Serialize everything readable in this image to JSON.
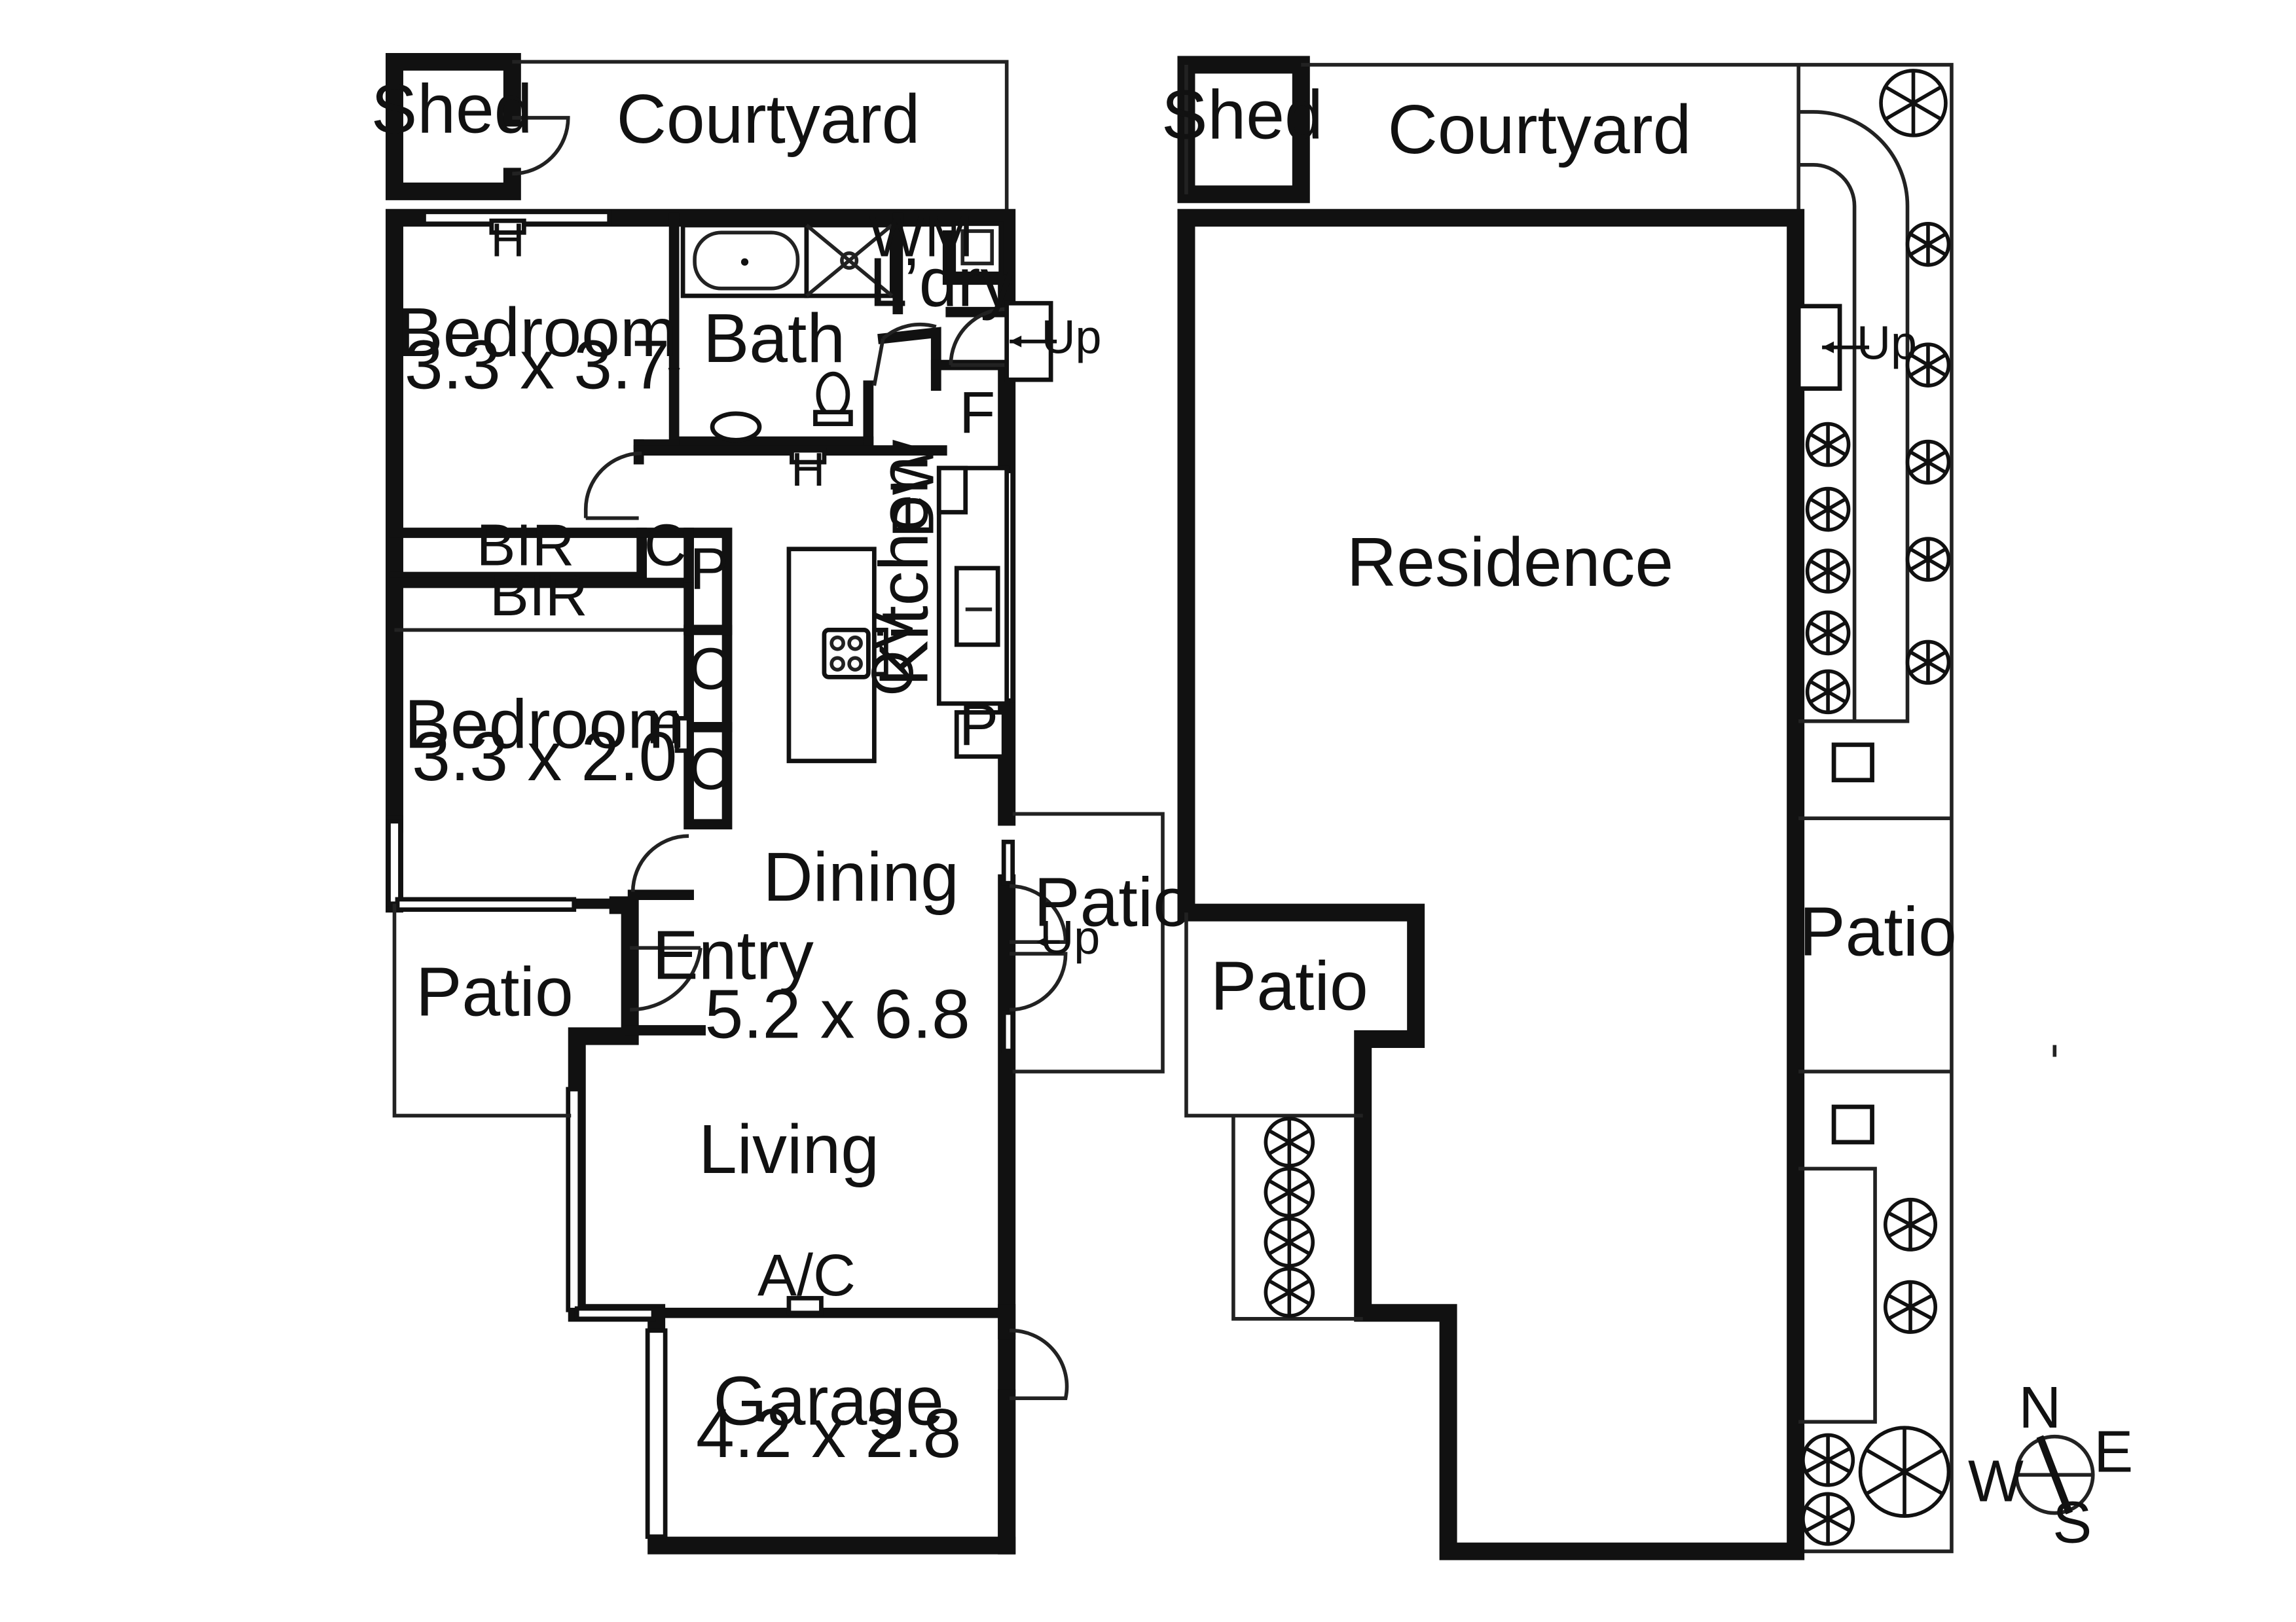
{
  "plans": {
    "floor": {
      "rooms": {
        "shed": "Shed",
        "courtyard": "Courtyard",
        "bedroom1_name": "Bedroom",
        "bedroom1_size": "3.3 x 3.7",
        "bath": "Bath",
        "laundry": "L’dry",
        "wm": "WM",
        "fridge": "F",
        "dishwasher": "DW",
        "kitchen": "Kitchen",
        "oven": "OV",
        "bir_1": "BIR",
        "bir_2": "BIR",
        "cupboard_1": "C",
        "cupboard_2": "C",
        "cupboard_3": "C",
        "pantry_1": "P",
        "pantry_2": "P",
        "bedroom2_name": "Bedroom",
        "bedroom2_size": "3.3 x 2.0",
        "dining": "Dining",
        "entry": "Entry",
        "living_size": "5.2 x 6.8",
        "living": "Living",
        "patio_west": "Patio",
        "patio_east": "Patio",
        "ac": "A/C",
        "garage_name": "Garage",
        "garage_size": "4.2 x 2.8",
        "heater_1": "H",
        "heater_2": "H",
        "heater_3": "H",
        "up_laundry": "Up",
        "up_patio": "Up"
      }
    },
    "site": {
      "labels": {
        "shed": "Shed",
        "courtyard": "Courtyard",
        "residence": "Residence",
        "patio_west": "Patio",
        "patio_east": "Patio",
        "up": "Up"
      }
    }
  },
  "compass": {
    "n": "N",
    "s": "S",
    "e": "E",
    "w": "W"
  }
}
